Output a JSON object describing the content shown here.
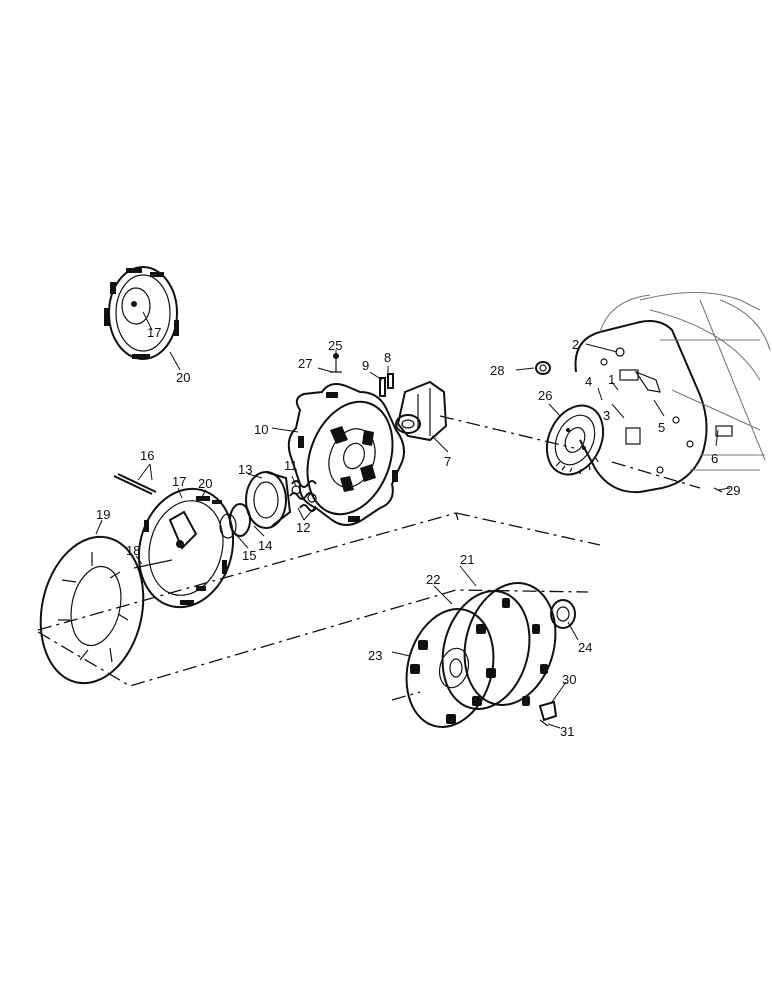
{
  "diagram": {
    "callouts": [
      {
        "id": "c1",
        "text": "1"
      },
      {
        "id": "c2",
        "text": "2"
      },
      {
        "id": "c3",
        "text": "3"
      },
      {
        "id": "c4",
        "text": "4"
      },
      {
        "id": "c5",
        "text": "5"
      },
      {
        "id": "c6",
        "text": "6"
      },
      {
        "id": "c7",
        "text": "7"
      },
      {
        "id": "c8",
        "text": "8"
      },
      {
        "id": "c9",
        "text": "9"
      },
      {
        "id": "c10",
        "text": "10"
      },
      {
        "id": "c11",
        "text": "11"
      },
      {
        "id": "c12",
        "text": "12"
      },
      {
        "id": "c13",
        "text": "13"
      },
      {
        "id": "c14",
        "text": "14"
      },
      {
        "id": "c15",
        "text": "15"
      },
      {
        "id": "c16",
        "text": "16"
      },
      {
        "id": "c17a",
        "text": "17"
      },
      {
        "id": "c17b",
        "text": "17"
      },
      {
        "id": "c18",
        "text": "18"
      },
      {
        "id": "c19",
        "text": "19"
      },
      {
        "id": "c20a",
        "text": "20"
      },
      {
        "id": "c20b",
        "text": "20"
      },
      {
        "id": "c21",
        "text": "21"
      },
      {
        "id": "c22",
        "text": "22"
      },
      {
        "id": "c23",
        "text": "23"
      },
      {
        "id": "c24",
        "text": "24"
      },
      {
        "id": "c25",
        "text": "25"
      },
      {
        "id": "c26",
        "text": "26"
      },
      {
        "id": "c27",
        "text": "27"
      },
      {
        "id": "c28",
        "text": "28"
      },
      {
        "id": "c29",
        "text": "29"
      },
      {
        "id": "c30",
        "text": "30"
      },
      {
        "id": "c31",
        "text": "31"
      }
    ]
  }
}
